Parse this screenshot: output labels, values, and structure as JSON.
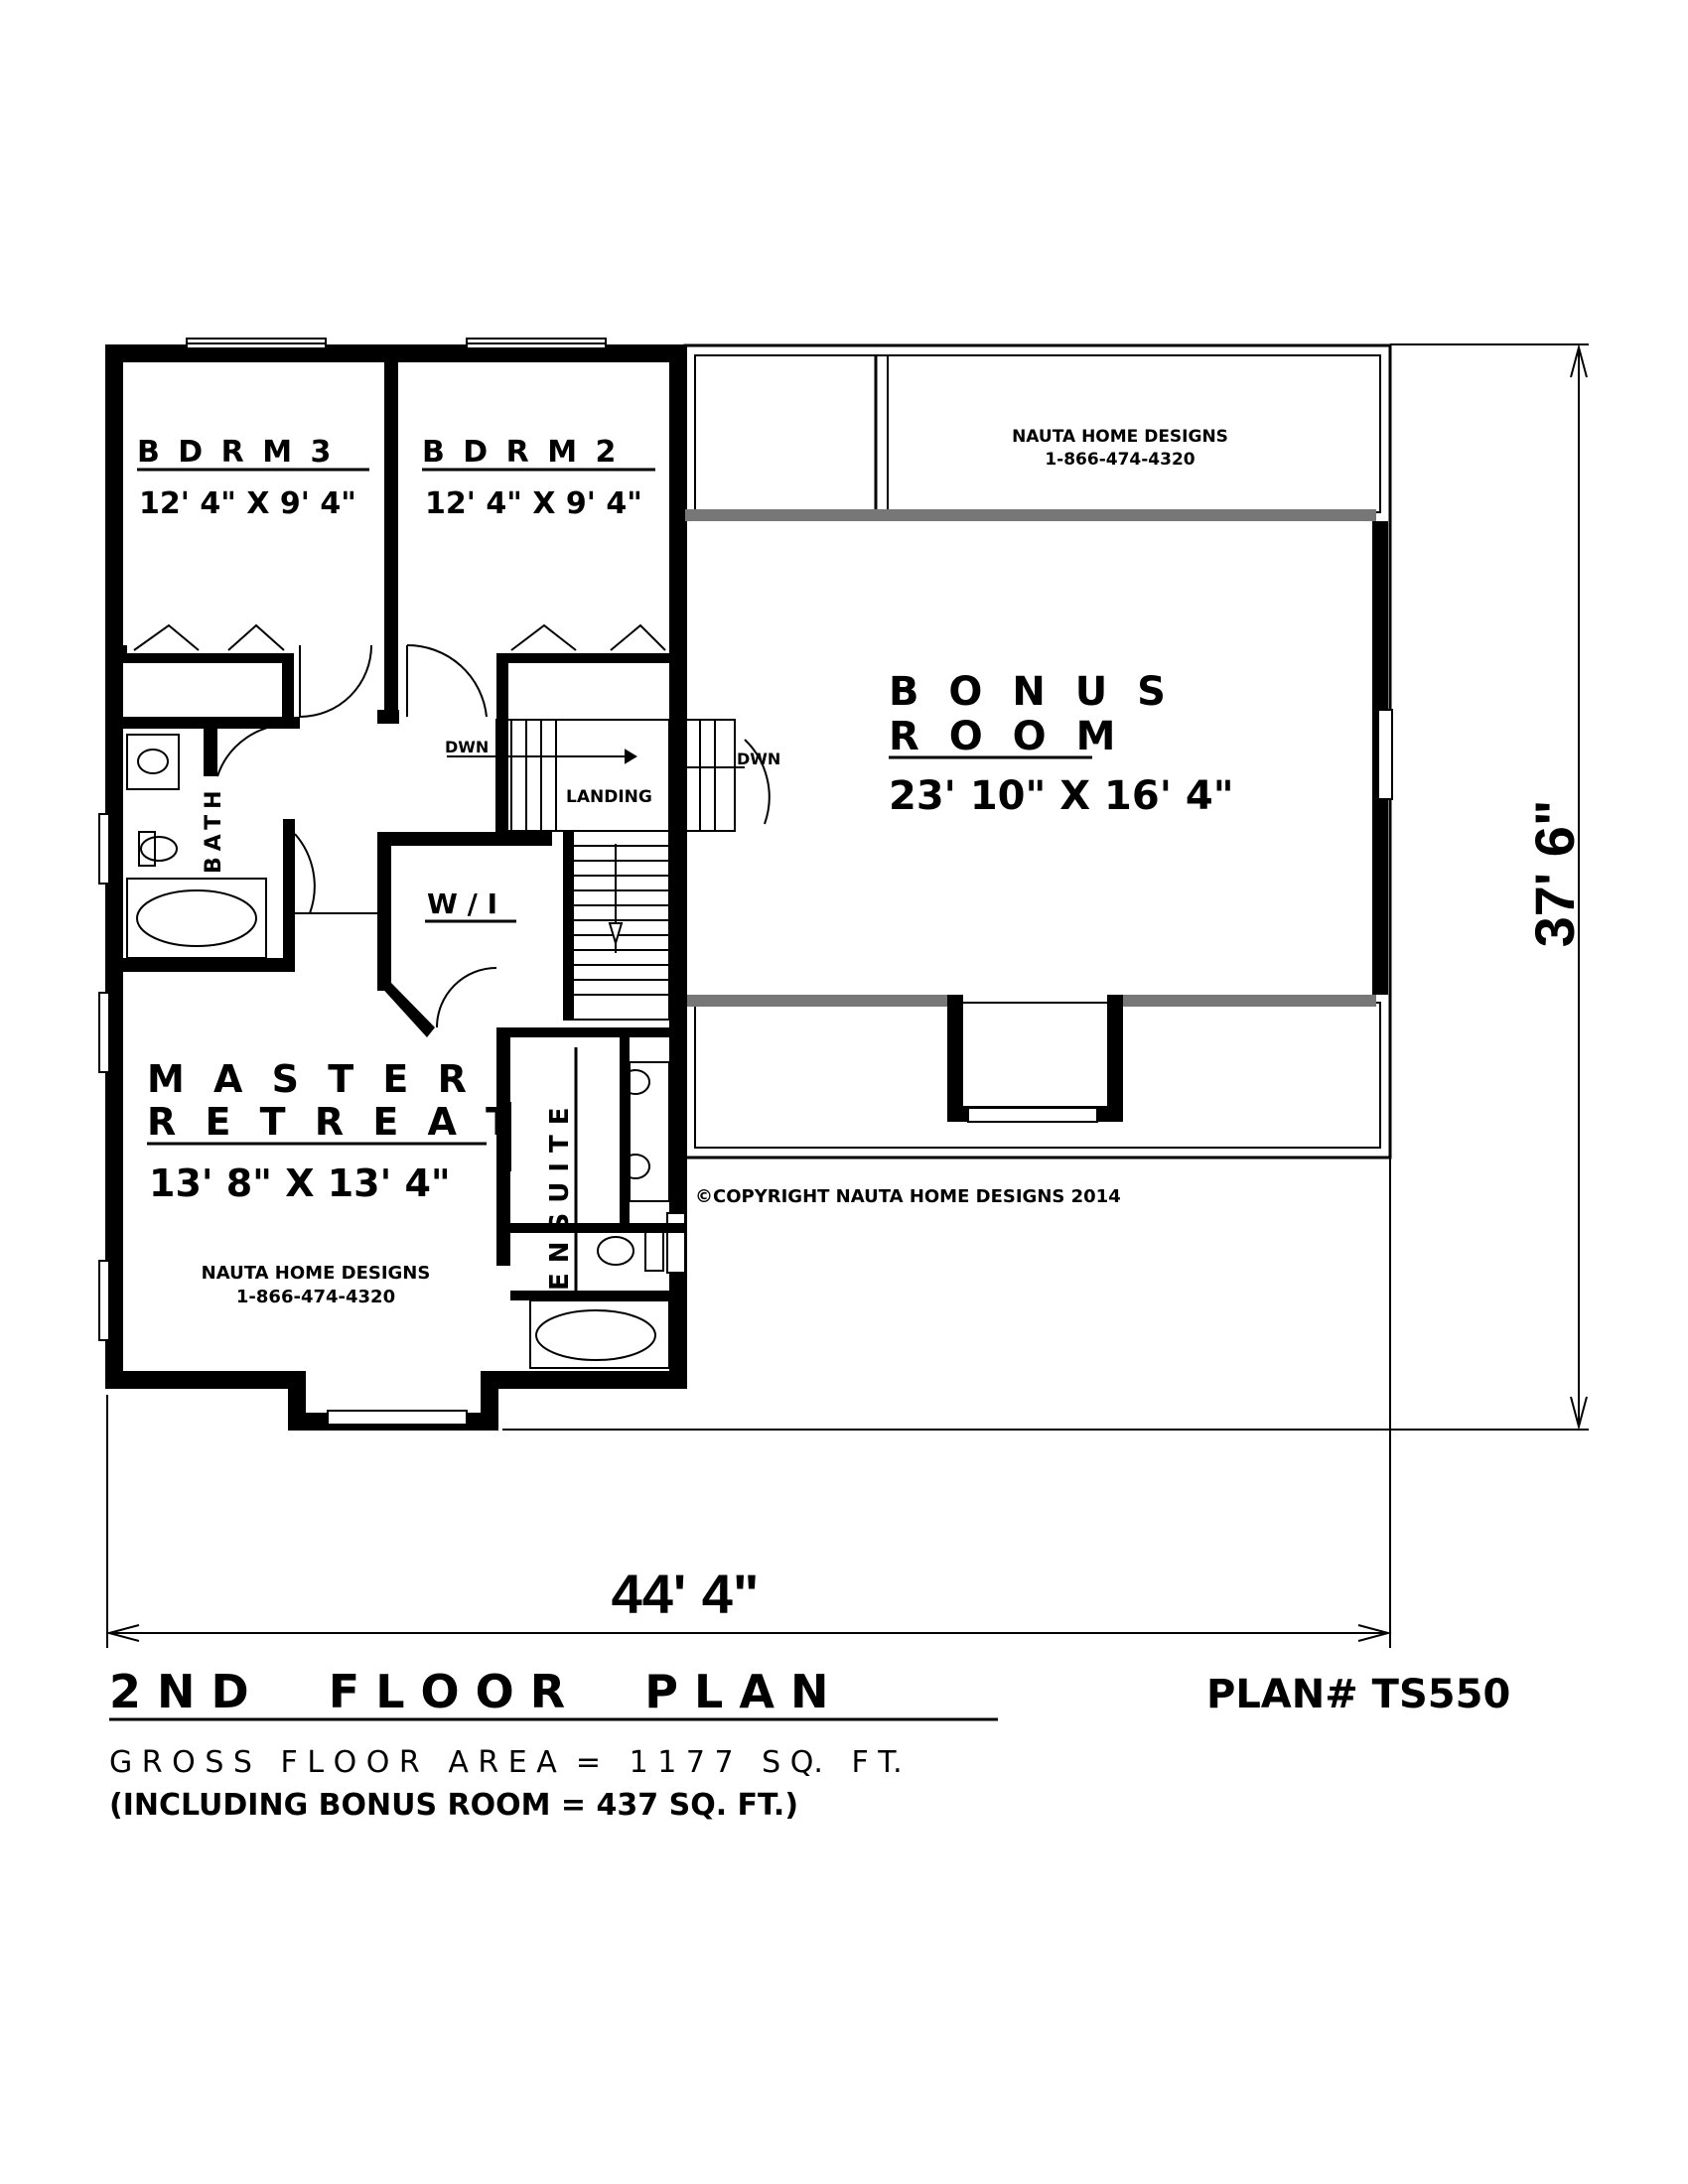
{
  "rooms": {
    "bdrm3": {
      "name": "B D R M   3",
      "size": "12' 4\" X 9' 4\""
    },
    "bdrm2": {
      "name": "B D R M   2",
      "size": "12' 4\" X 9' 4\""
    },
    "bonus": {
      "line1": "B O N U S",
      "line2": "R O O M",
      "size": "23' 10\" X 16' 4\""
    },
    "bath": "BATH",
    "wi": "W / I",
    "landing": "LANDING",
    "dwn_left": "DWN",
    "dwn_right": "DWN",
    "master": {
      "line1": "M A S T E R",
      "line2": "R E T R E A T",
      "size": "13' 8\" X 13' 4\""
    },
    "ensuite": "ENSUITE"
  },
  "credits": {
    "top": {
      "company": "NAUTA HOME DESIGNS",
      "phone": "1-866-474-4320"
    },
    "master": {
      "company": "NAUTA HOME DESIGNS",
      "phone": "1-866-474-4320"
    },
    "copyright": "©COPYRIGHT NAUTA HOME DESIGNS 2014"
  },
  "dimensions": {
    "width": "44' 4\"",
    "depth": "37' 6\""
  },
  "footer": {
    "title": "2 N D     F L O O R     P L A N",
    "plan_number": "PLAN# TS550",
    "area": "G R O S S   F L O O R   A R E A  =   1 1 7 7   S Q.   F T.",
    "bonus_note": "(INCLUDING BONUS ROOM = 437 SQ. FT.)"
  }
}
